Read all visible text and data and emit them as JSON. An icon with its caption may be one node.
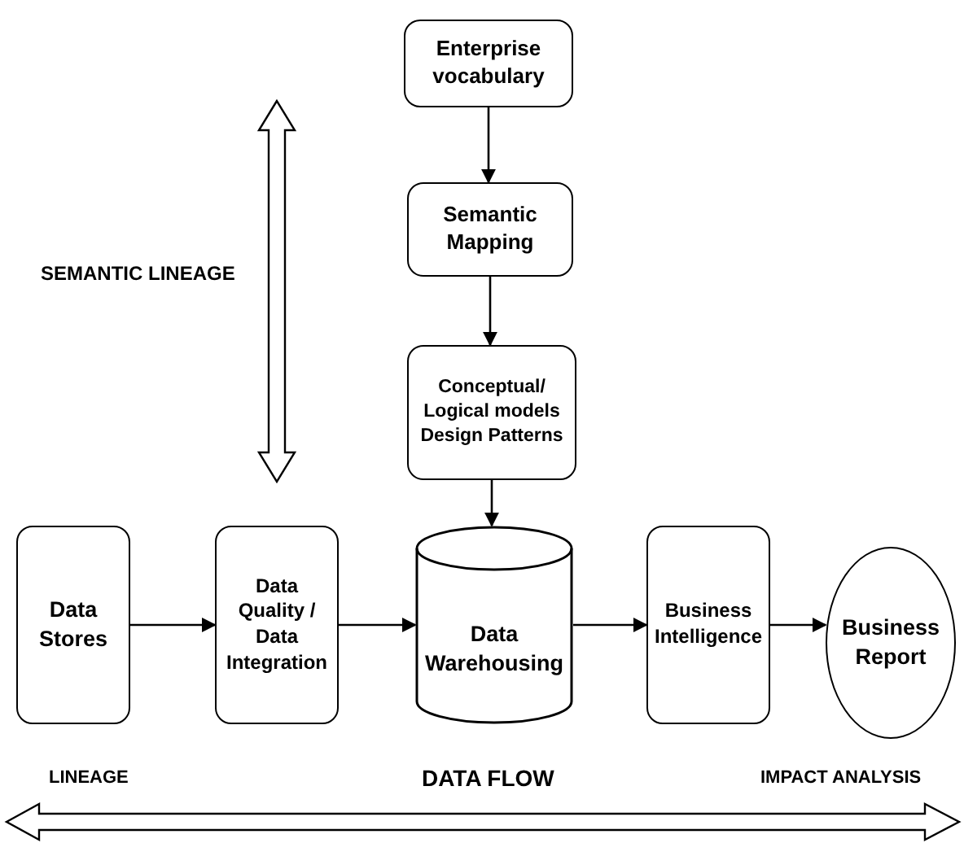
{
  "diagram": {
    "nodes": [
      {
        "text": [
          "Enterprise vocabulary"
        ]
      },
      {
        "text": [
          "Semantic Mapping"
        ]
      },
      {
        "text": [
          "Conceptual/ Logical models Design Patterns"
        ]
      },
      {
        "text": [
          "Data Stores"
        ]
      },
      {
        "text": [
          "Data Quality / Data Integration"
        ]
      },
      {
        "text": [
          "Data Warehousing"
        ]
      },
      {
        "text": [
          "Business Intelligence"
        ]
      },
      {
        "text": [
          "Business Report"
        ]
      }
    ],
    "edges": [
      {
        "from": 0,
        "to": 1,
        "arrow": "to"
      },
      {
        "from": 1,
        "to": 2,
        "arrow": "to"
      },
      {
        "from": 2,
        "to": 5,
        "arrow": "to"
      },
      {
        "from": 3,
        "to": 4,
        "arrow": "to"
      },
      {
        "from": 4,
        "to": 5,
        "arrow": "to"
      },
      {
        "from": 5,
        "to": 6,
        "arrow": "to"
      },
      {
        "from": 6,
        "to": 7,
        "arrow": "to"
      }
    ],
    "labels": [
      "SEMANTIC LINEAGE",
      "LINEAGE",
      "DATA FLOW",
      "IMPACT ANALYSIS"
    ]
  }
}
